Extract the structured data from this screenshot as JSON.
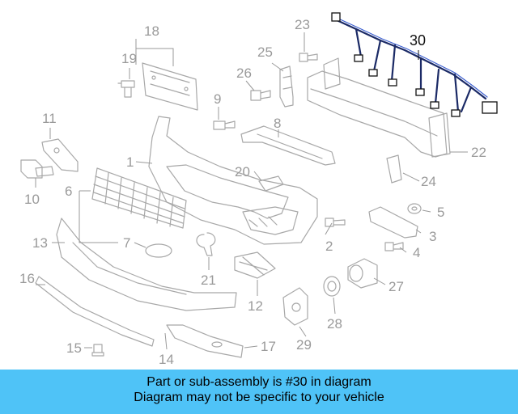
{
  "diagram": {
    "labels": [
      {
        "id": "l1",
        "text": "1"
      },
      {
        "id": "l2",
        "text": "2"
      },
      {
        "id": "l3",
        "text": "3"
      },
      {
        "id": "l4",
        "text": "4"
      },
      {
        "id": "l5",
        "text": "5"
      },
      {
        "id": "l6",
        "text": "6"
      },
      {
        "id": "l7",
        "text": "7"
      },
      {
        "id": "l8",
        "text": "8"
      },
      {
        "id": "l9",
        "text": "9"
      },
      {
        "id": "l10",
        "text": "10"
      },
      {
        "id": "l11",
        "text": "11"
      },
      {
        "id": "l12",
        "text": "12"
      },
      {
        "id": "l13",
        "text": "13"
      },
      {
        "id": "l14",
        "text": "14"
      },
      {
        "id": "l15",
        "text": "15"
      },
      {
        "id": "l16",
        "text": "16"
      },
      {
        "id": "l17",
        "text": "17"
      },
      {
        "id": "l18",
        "text": "18"
      },
      {
        "id": "l19",
        "text": "19"
      },
      {
        "id": "l20",
        "text": "20"
      },
      {
        "id": "l21",
        "text": "21"
      },
      {
        "id": "l22",
        "text": "22"
      },
      {
        "id": "l23",
        "text": "23"
      },
      {
        "id": "l24",
        "text": "24"
      },
      {
        "id": "l25",
        "text": "25"
      },
      {
        "id": "l26",
        "text": "26"
      },
      {
        "id": "l27",
        "text": "27"
      },
      {
        "id": "l28",
        "text": "28"
      },
      {
        "id": "l29",
        "text": "29"
      },
      {
        "id": "l30",
        "text": "30"
      }
    ],
    "highlight_part": "30",
    "colors": {
      "highlight": "#1b2a66",
      "parts": "#a8a8a8",
      "banner": "#4fc3f7"
    }
  },
  "banner": {
    "line1": "Part or sub-assembly is #30 in diagram",
    "line2": "Diagram may not be specific to your vehicle"
  }
}
